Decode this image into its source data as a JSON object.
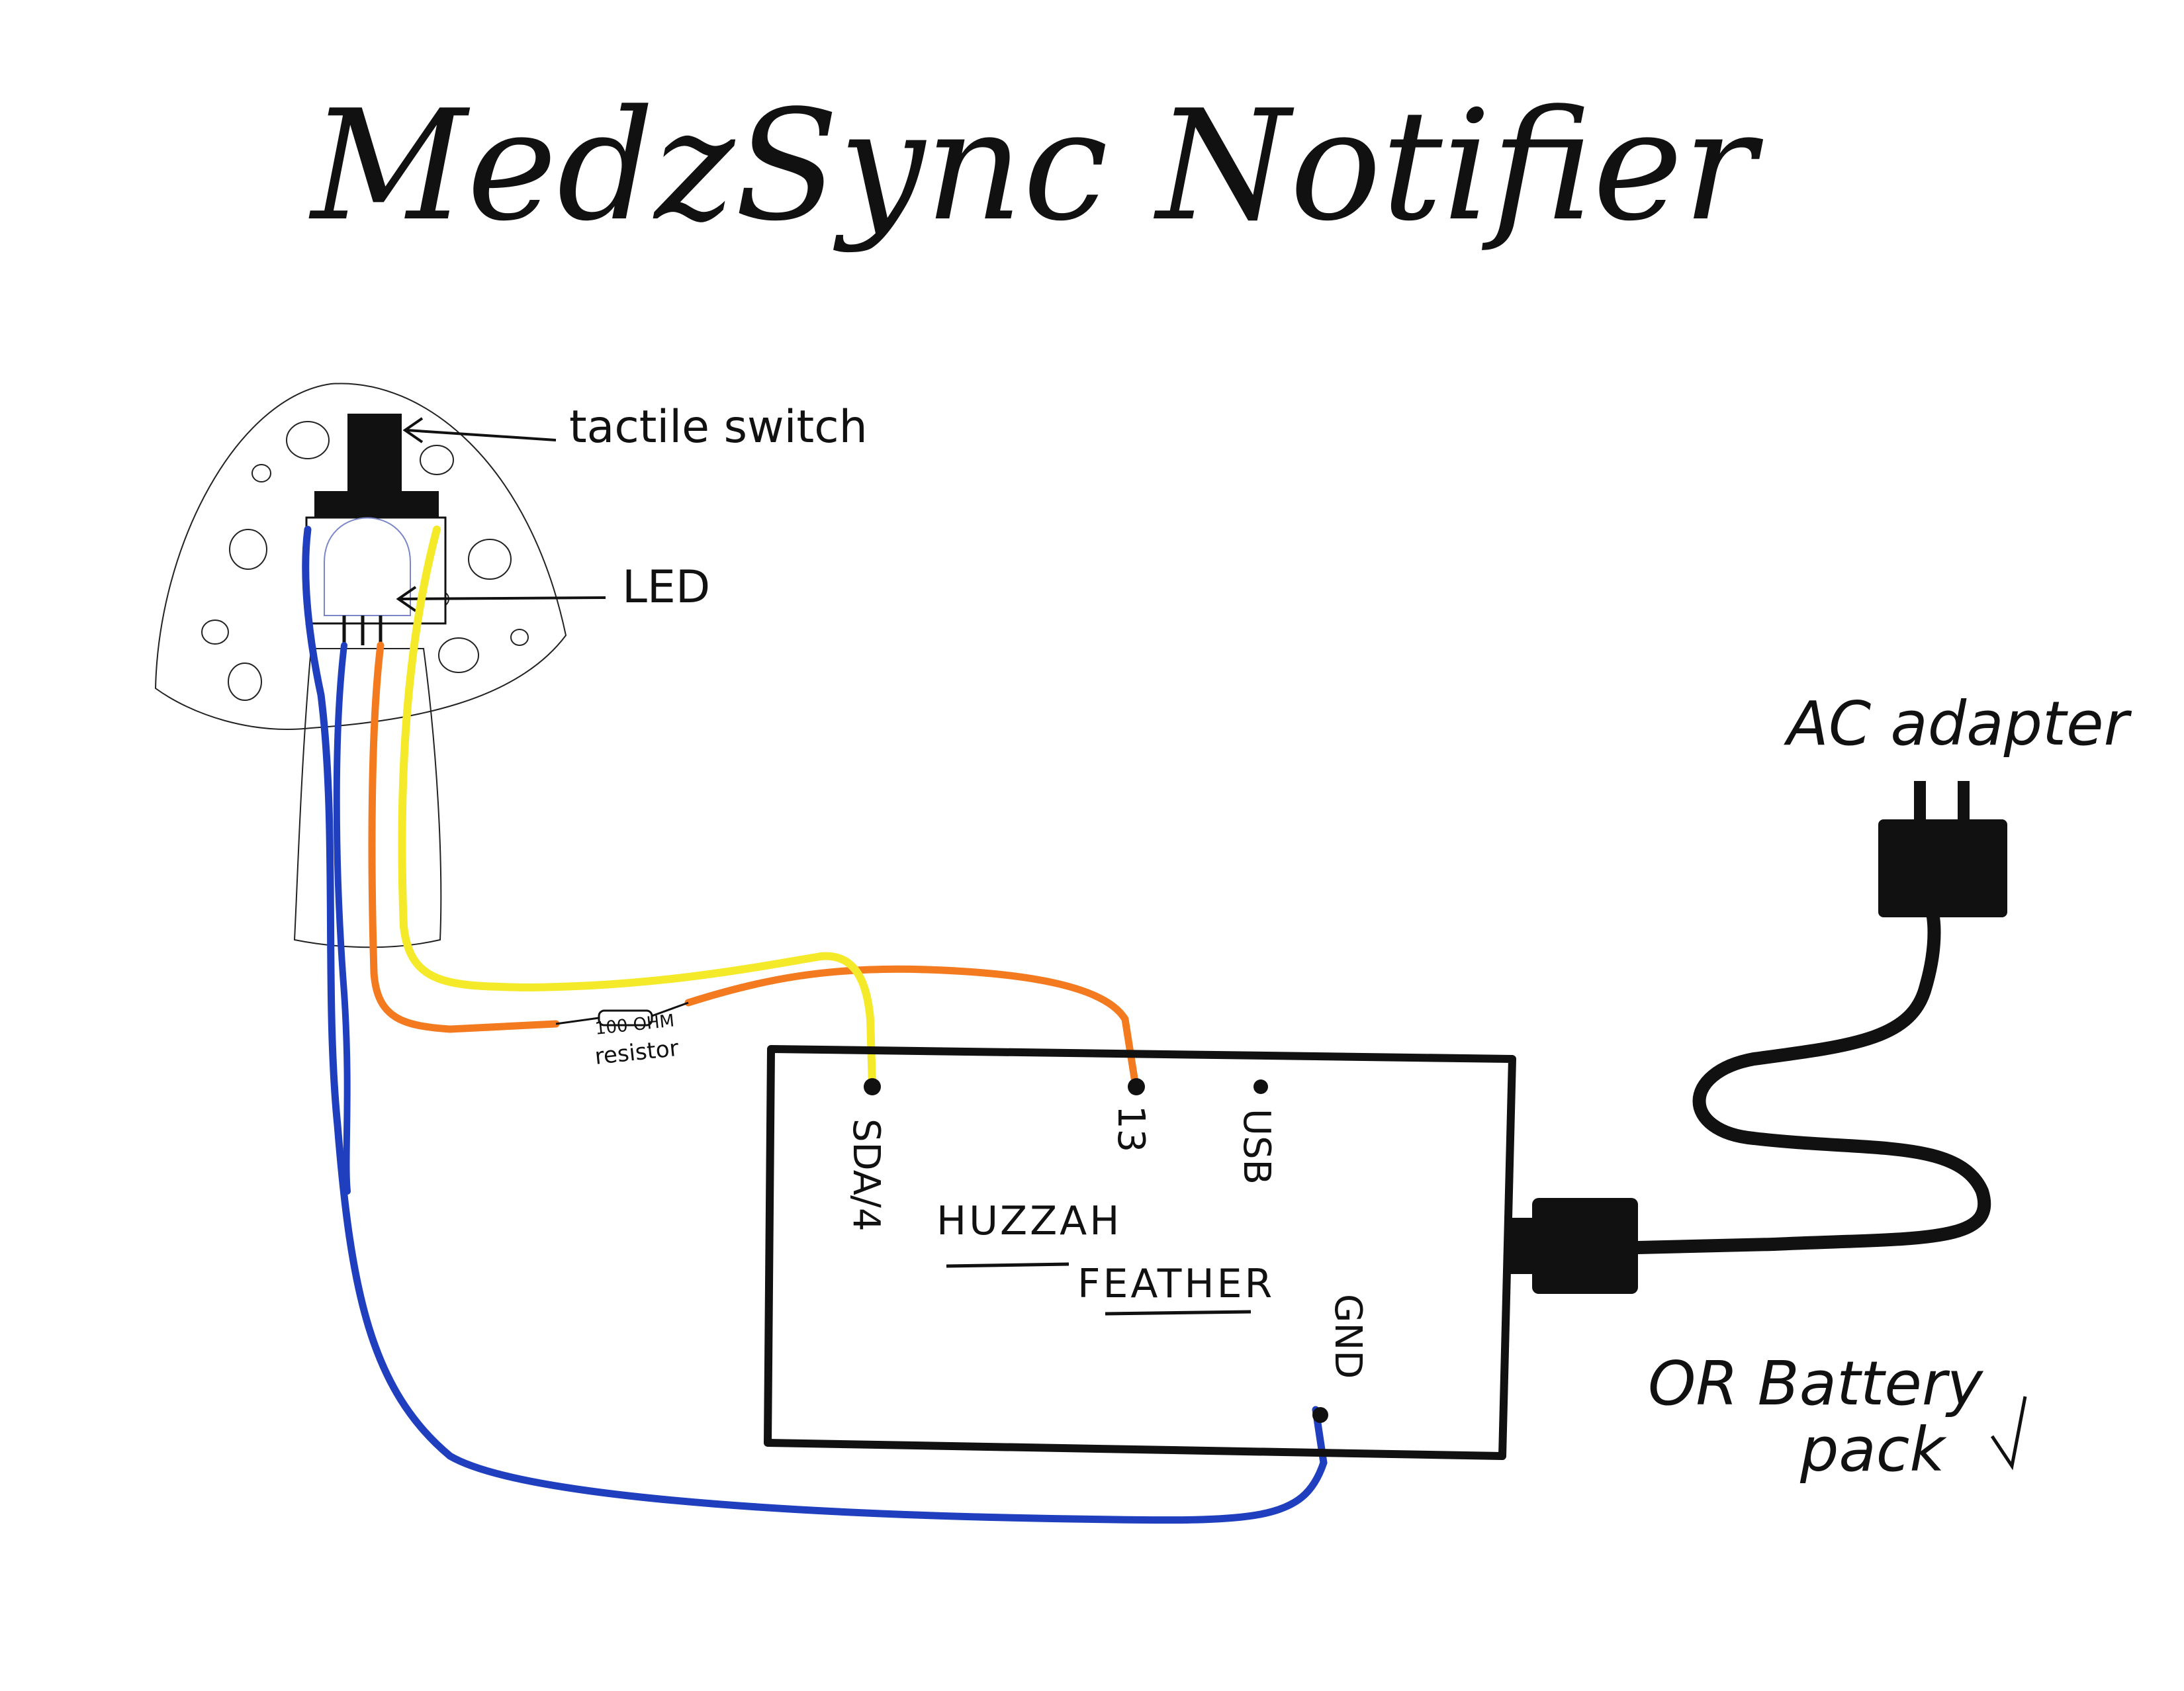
{
  "title": "MedzSync Notifier",
  "labels": {
    "tactile_switch": "tactile switch",
    "led": "LED",
    "resistor_value": "100 OHM",
    "resistor": "resistor",
    "ac_adapter": "AC adapter",
    "battery_line1": "OR Battery",
    "battery_line2": "pack"
  },
  "board": {
    "name_line1": "HUZZAH",
    "name_line2": "FEATHER",
    "pins": {
      "sda": "SDA/4",
      "pin13": "13",
      "usb": "USB",
      "gnd": "GND"
    }
  },
  "colors": {
    "wire_blue": "#1f3fbf",
    "wire_orange": "#f47a1f",
    "wire_yellow": "#f5ea2a",
    "ink": "#111111"
  },
  "icons": [
    "mushroom-lamp-icon",
    "tactile-switch-icon",
    "led-icon",
    "resistor-icon",
    "microcontroller-board-icon",
    "ac-adapter-plug-icon",
    "power-cable-icon"
  ]
}
